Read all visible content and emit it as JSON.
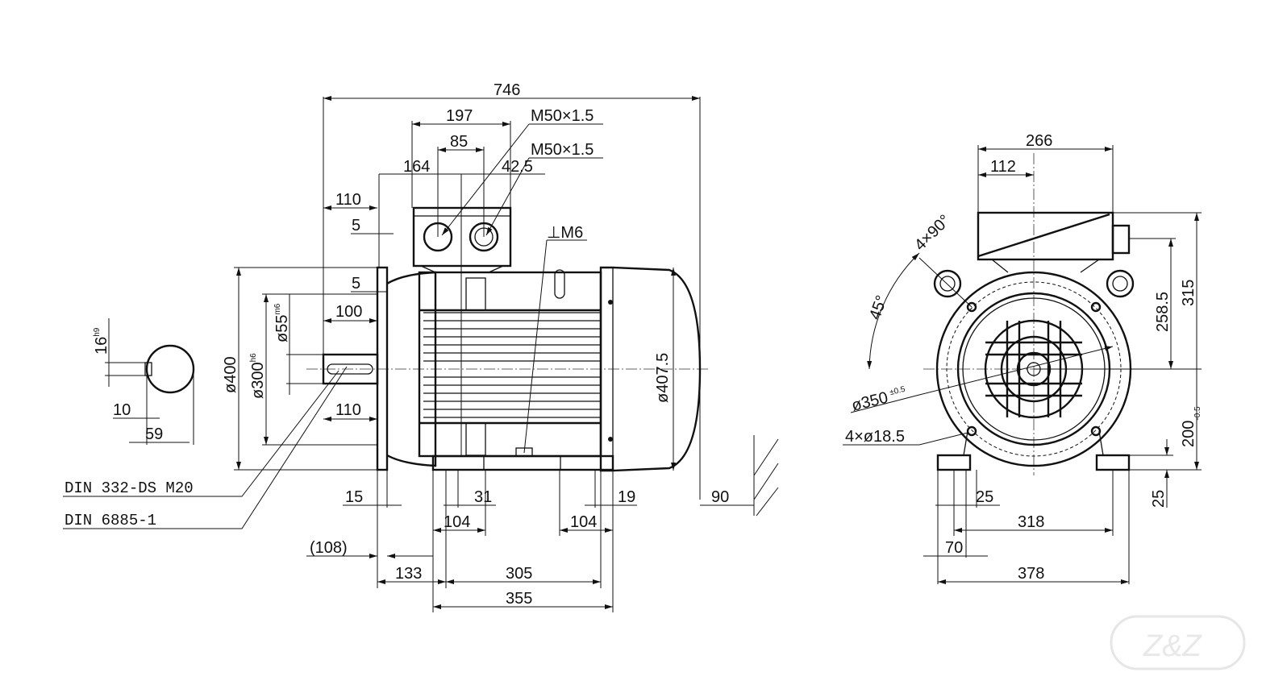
{
  "side_view": {
    "overall_length": "746",
    "terminal_box_width": "197",
    "gland_spacing": "85",
    "gland_1": "M50×1.5",
    "gland_2": "M50×1.5",
    "box_offset": "164",
    "gland_offset": "42.5",
    "shaft_length_top": "110",
    "flange_gap_top": "5",
    "earth_thread": "⊥M6",
    "flange_gap": "5",
    "shaft_diameter": "ø55",
    "shaft_tol": "m6",
    "key_length": "100",
    "flange_diameter": "ø400",
    "spigot_diameter": "ø300",
    "spigot_tol": "h6",
    "frame_diameter": "ø407.5",
    "shaft_length_bottom": "110",
    "key_width": "16",
    "key_tol": "h9",
    "key_offset": "10",
    "shaft_height": "59",
    "center_hole_std": "DIN 332-DS M20",
    "key_std": "DIN 6885-1",
    "flange_thickness": "15",
    "foot_hole": "31",
    "foot_hole_rear": "19",
    "fan_clearance": "90",
    "foot_len_front": "104",
    "foot_len_rear": "104",
    "ref_108": "(108)",
    "dim_133": "133",
    "dim_305": "305",
    "dim_355": "355"
  },
  "end_view": {
    "box_width": "266",
    "box_offset": "112",
    "lifting_angle": "4×90°",
    "angle_45": "45°",
    "gland_height": "258.5",
    "overall_height": "315",
    "pcd": "ø350",
    "pcd_tol": "±0.5",
    "flange_holes": "4×ø18.5",
    "shaft_center_height": "200",
    "shaft_center_tol": "-0.5",
    "foot_height": "25",
    "foot_slot": "25",
    "foot_span": "318",
    "foot_width": "70",
    "base_width": "378"
  },
  "watermark": "Z&Z"
}
